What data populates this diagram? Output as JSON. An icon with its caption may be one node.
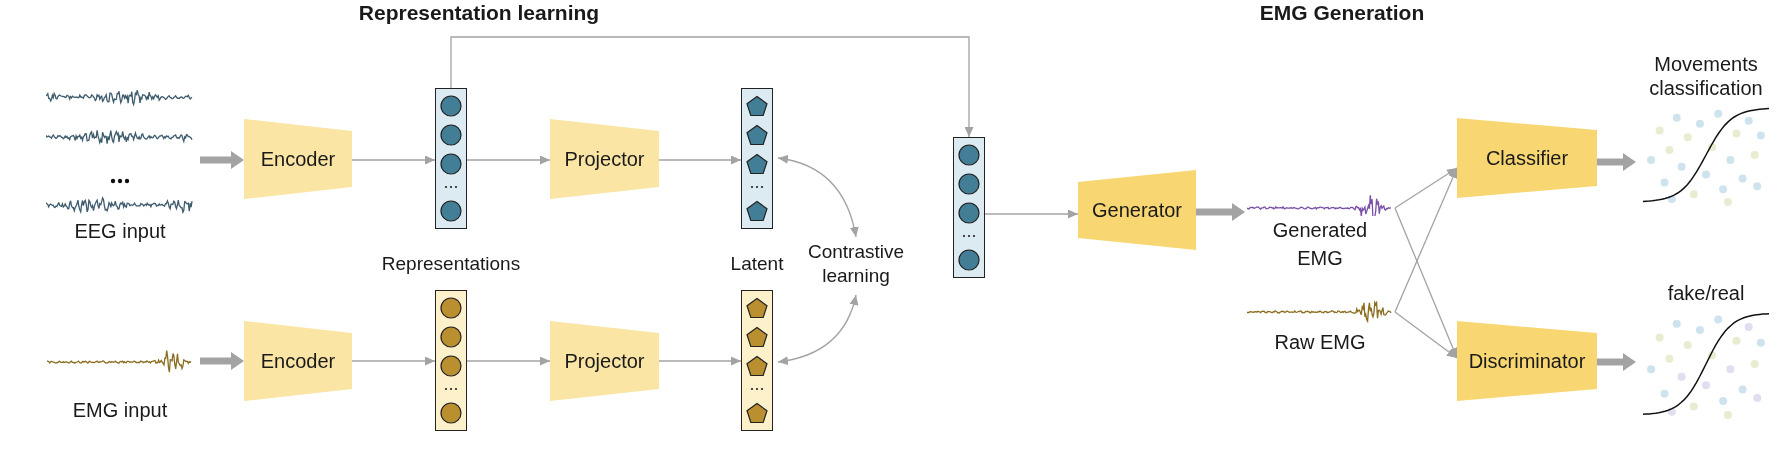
{
  "diagram": {
    "nodes": [
      {
        "text": [
          "EEG input"
        ]
      },
      {
        "text": [
          "Encoder"
        ]
      },
      {
        "text": [],
        "shape": "bar"
      },
      {
        "text": [
          "Projector"
        ]
      },
      {
        "text": [],
        "shape": "bar"
      },
      {
        "text": [
          "EMG input"
        ]
      },
      {
        "text": [
          "Encoder"
        ]
      },
      {
        "text": [],
        "shape": "bar"
      },
      {
        "text": [
          "Projector"
        ]
      },
      {
        "text": [],
        "shape": "bar"
      },
      {
        "text": [
          "Contrastive learning"
        ]
      },
      {
        "text": [],
        "shape": "bar"
      },
      {
        "text": [
          "Generator"
        ]
      },
      {
        "text": [
          "Generated EMG"
        ]
      },
      {
        "text": [
          "Raw EMG"
        ]
      },
      {
        "text": [
          "Classifier"
        ]
      },
      {
        "text": [
          "Discriminator"
        ]
      },
      {
        "text": [
          "Movements classification"
        ]
      },
      {
        "text": [
          "fake/real"
        ]
      }
    ],
    "edges": [
      {
        "from": 0,
        "to": 1,
        "arrow": "to",
        "style": "thick"
      },
      {
        "from": 1,
        "to": 2,
        "arrow": "to"
      },
      {
        "from": 2,
        "to": 3,
        "arrow": "to"
      },
      {
        "from": 3,
        "to": 4,
        "arrow": "to"
      },
      {
        "from": 5,
        "to": 6,
        "arrow": "to",
        "style": "thick"
      },
      {
        "from": 6,
        "to": 7,
        "arrow": "to"
      },
      {
        "from": 7,
        "to": 8,
        "arrow": "to"
      },
      {
        "from": 8,
        "to": 9,
        "arrow": "to"
      },
      {
        "from": 4,
        "to": 10,
        "arrow": "both"
      },
      {
        "from": 9,
        "to": 10,
        "arrow": "both"
      },
      {
        "from": 2,
        "to": 11,
        "arrow": "to"
      },
      {
        "from": 11,
        "to": 12,
        "arrow": "to"
      },
      {
        "from": 12,
        "to": 13,
        "arrow": "to",
        "style": "thick"
      },
      {
        "from": 13,
        "to": 15,
        "arrow": "to"
      },
      {
        "from": 13,
        "to": 16,
        "arrow": "to"
      },
      {
        "from": 14,
        "to": 15,
        "arrow": "to"
      },
      {
        "from": 14,
        "to": 16,
        "arrow": "to"
      },
      {
        "from": 15,
        "to": 17,
        "arrow": "to",
        "style": "thick"
      },
      {
        "from": 16,
        "to": 18,
        "arrow": "to",
        "style": "thick"
      }
    ],
    "labels": [
      "Representation learning",
      "EMG Generation",
      "Representations",
      "Latent"
    ]
  }
}
